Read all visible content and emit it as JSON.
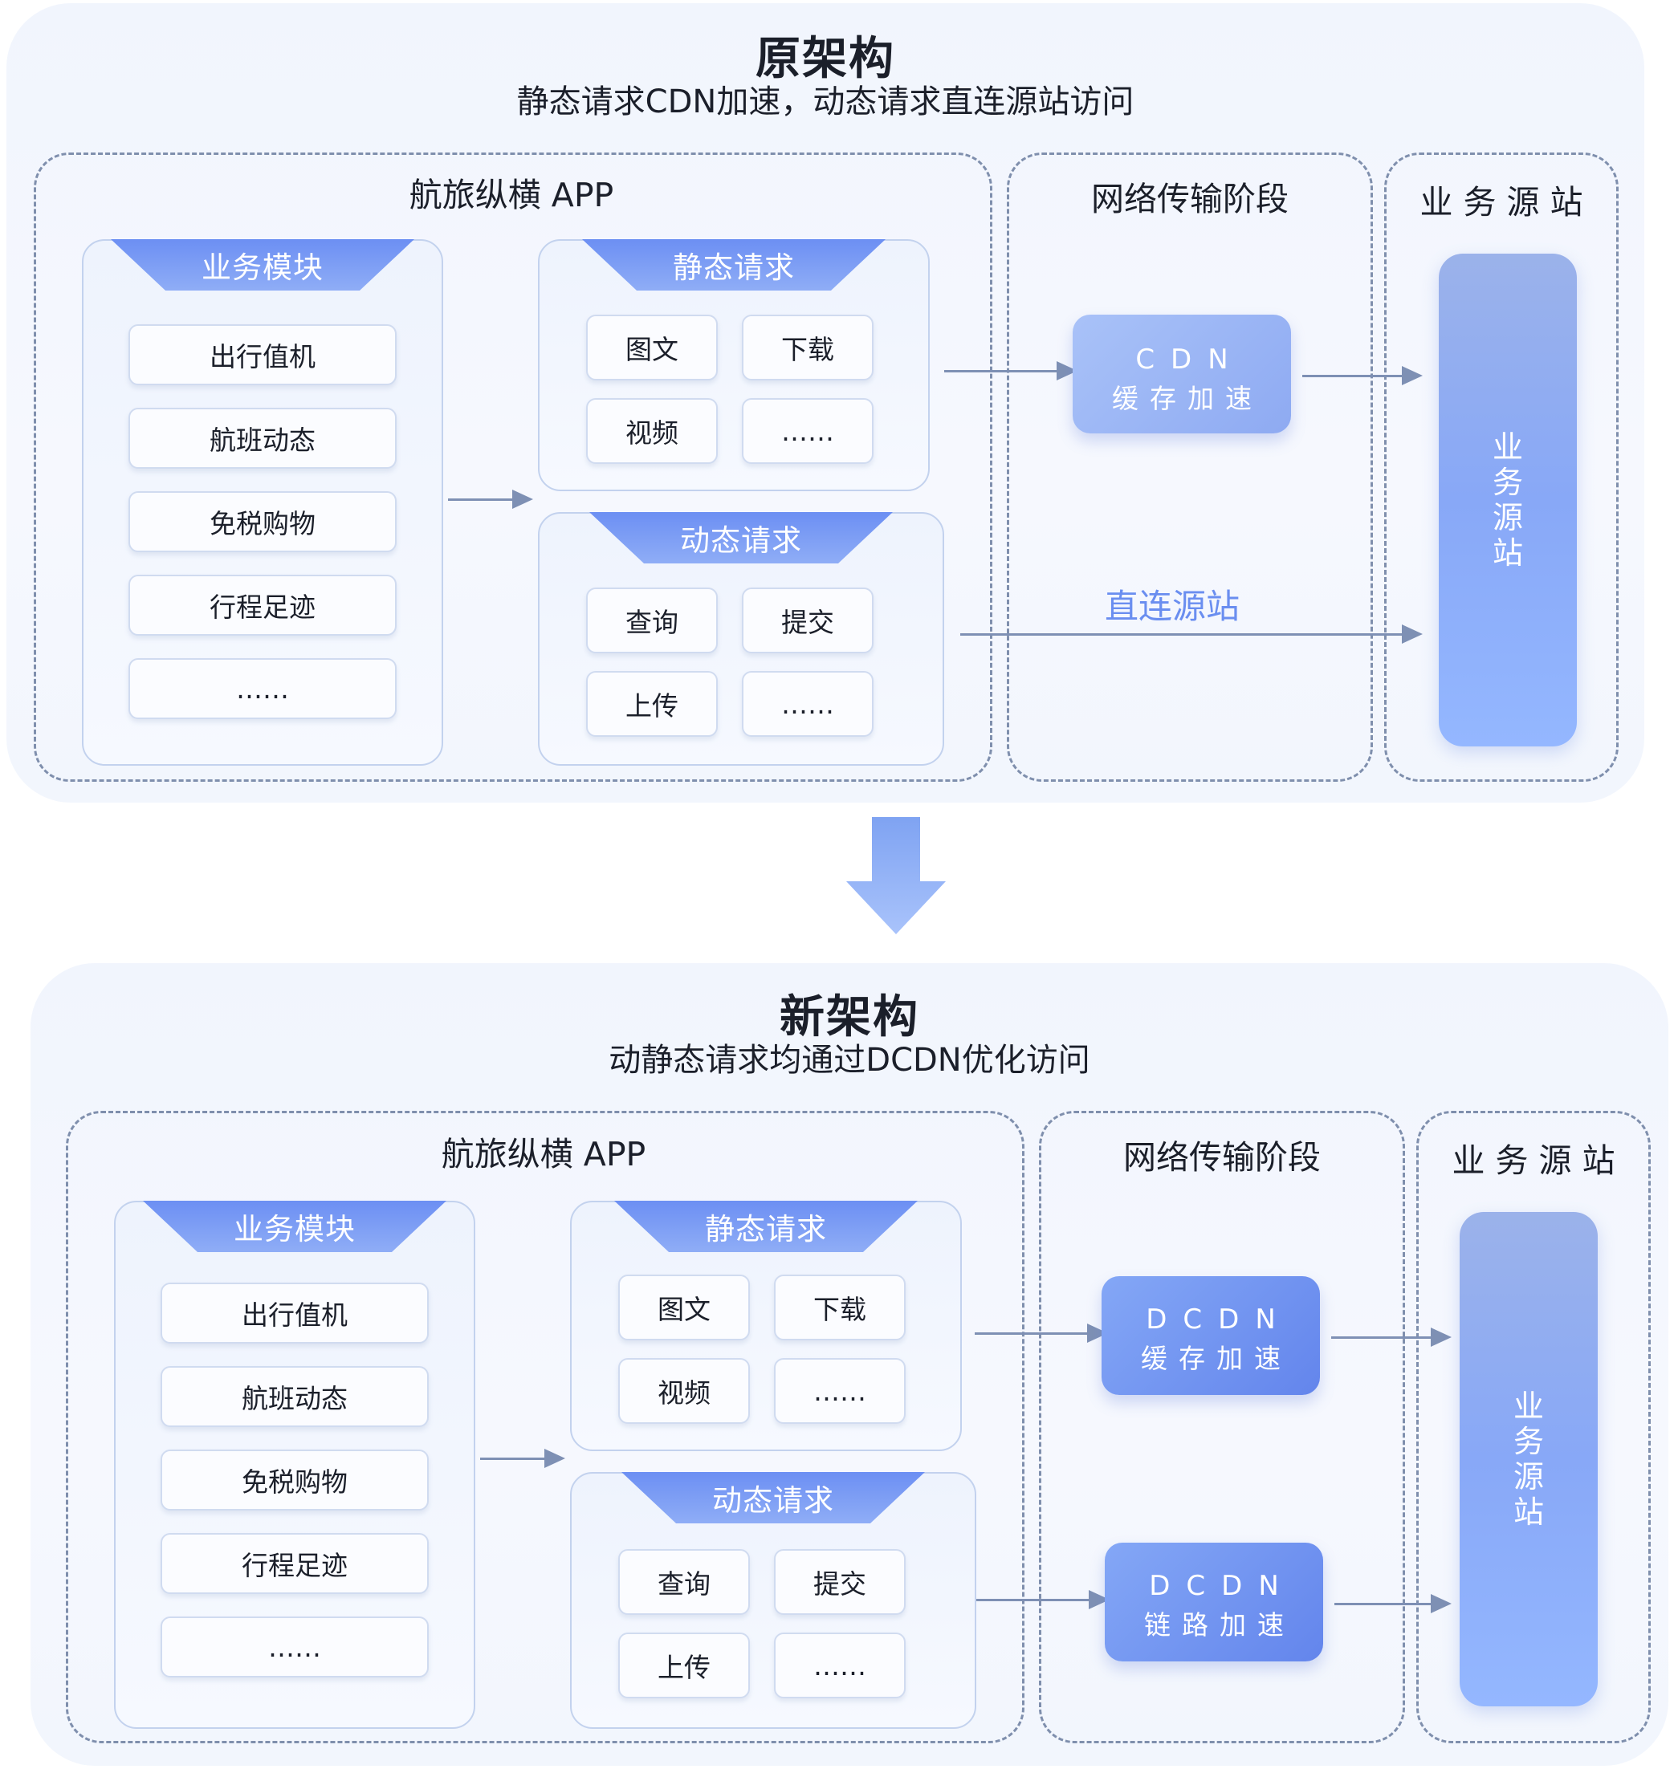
{
  "old_arch": {
    "title": "原架构",
    "subtitle": "静态请求CDN加速，动态请求直连源站访问",
    "app_title": "航旅纵横 APP",
    "network_title": "网络传输阶段",
    "origin_title": "业 务 源 站",
    "business_module": {
      "label": "业务模块",
      "items": [
        "出行值机",
        "航班动态",
        "免税购物",
        "行程足迹",
        "……"
      ]
    },
    "static_request": {
      "label": "静态请求",
      "items": [
        "图文",
        "下载",
        "视频",
        "……"
      ]
    },
    "dynamic_request": {
      "label": "动态请求",
      "items": [
        "查询",
        "提交",
        "上传",
        "……"
      ]
    },
    "cdn": {
      "line1": "CDN",
      "line2": "缓存加速"
    },
    "direct_label": "直连源站",
    "origin_pillar": [
      "业",
      "务",
      "源",
      "站"
    ]
  },
  "new_arch": {
    "title": "新架构",
    "subtitle": "动静态请求均通过DCDN优化访问",
    "app_title": "航旅纵横 APP",
    "network_title": "网络传输阶段",
    "origin_title": "业 务 源 站",
    "business_module": {
      "label": "业务模块",
      "items": [
        "出行值机",
        "航班动态",
        "免税购物",
        "行程足迹",
        "……"
      ]
    },
    "static_request": {
      "label": "静态请求",
      "items": [
        "图文",
        "下载",
        "视频",
        "……"
      ]
    },
    "dynamic_request": {
      "label": "动态请求",
      "items": [
        "查询",
        "提交",
        "上传",
        "……"
      ]
    },
    "dcdn_cache": {
      "line1": "DCDN",
      "line2": "缓存加速"
    },
    "dcdn_link": {
      "line1": "DCDN",
      "line2": "链路加速"
    },
    "origin_pillar": [
      "业",
      "务",
      "源",
      "站"
    ]
  },
  "colors": {
    "accent": "#6c8ff3",
    "arrow": "#7e90b4",
    "direct_text": "#6a8ef0"
  }
}
